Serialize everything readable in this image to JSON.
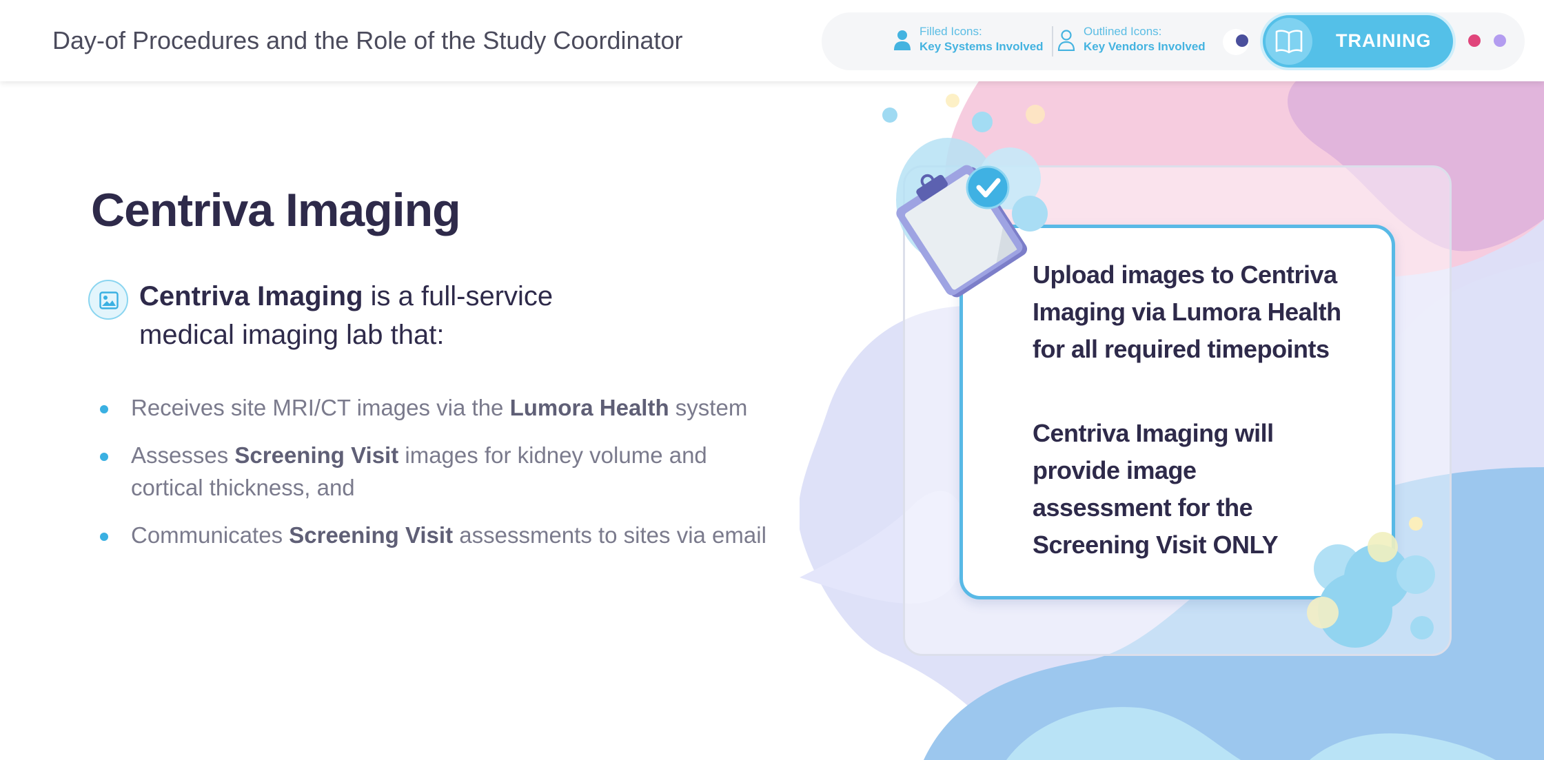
{
  "header": {
    "title": "Day-of Procedures and the Role of the Study Coordinator",
    "legend": {
      "filled": {
        "caption": "Filled Icons:",
        "value": "Key Systems Involved",
        "icon": "person-filled-icon"
      },
      "outlined": {
        "caption": "Outlined Icons:",
        "value": "Key Vendors Involved",
        "icon": "person-outlined-icon"
      }
    },
    "training_label": "TRAINING",
    "training_icon": "open-book-icon",
    "nav_dot_colors": [
      "#4a4f9c",
      "#e0457b",
      "#b39cf0"
    ]
  },
  "main": {
    "title": "Centriva Imaging",
    "intro_icon": "image-icon",
    "intro": {
      "bold": "Centriva Imaging",
      "rest": " is a full-service",
      "line2": "medical imaging lab that:"
    },
    "bullets": [
      {
        "pre": "Receives site MRI/CT images via the ",
        "bold": "Lumora Health",
        "post": " system"
      },
      {
        "pre": "Assesses ",
        "bold": "Screening Visit",
        "post": " images for kidney volume and",
        "line2": "cortical thickness, and"
      },
      {
        "pre": "Communicates ",
        "bold": "Screening Visit",
        "post": " assessments to sites via email"
      }
    ]
  },
  "card": {
    "icon": "clipboard-check-icon",
    "lines": [
      "Upload images to Centriva",
      "Imaging via Lumora Health",
      "for all required timepoints",
      "Centriva Imaging will",
      "provide image",
      "assessment for the",
      "Screening Visit ONLY"
    ]
  },
  "colors": {
    "accent": "#54c0e8",
    "title": "#2e2a4a",
    "body": "#7a7a8c"
  }
}
